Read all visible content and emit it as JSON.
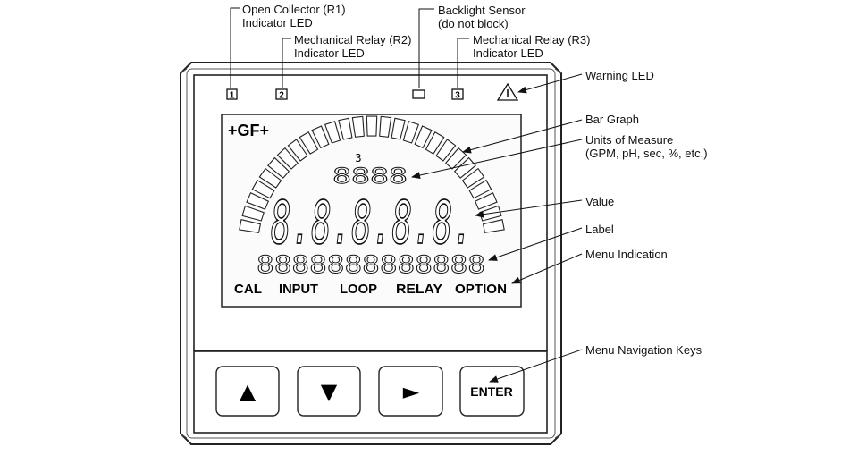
{
  "callouts": {
    "open_collector": {
      "line1": "Open Collector (R1)",
      "line2": "Indicator LED"
    },
    "relay_r2": {
      "line1": "Mechanical Relay (R2)",
      "line2": "Indicator LED"
    },
    "backlight": {
      "line1": "Backlight Sensor",
      "line2": "(do not block)"
    },
    "relay_r3": {
      "line1": "Mechanical Relay (R3)",
      "line2": "Indicator LED"
    },
    "warning": {
      "line1": "Warning LED"
    },
    "bar_graph": {
      "line1": "Bar Graph"
    },
    "units": {
      "line1": "Units of Measure",
      "line2": "(GPM, pH, sec, %, etc.)"
    },
    "value": {
      "line1": "Value"
    },
    "label": {
      "line1": "Label"
    },
    "menu_indication": {
      "line1": "Menu Indication"
    },
    "menu_keys": {
      "line1": "Menu Navigation Keys"
    }
  },
  "indicators": {
    "led1": "1",
    "led2": "2",
    "led3": "3"
  },
  "lcd": {
    "logo": "+GF+",
    "units_superscript": "3",
    "units_digits": "8888",
    "value_digits": "8.8.8.8.8.",
    "label_digits": "8888888888888",
    "menu": [
      "CAL",
      "INPUT",
      "LOOP",
      "RELAY",
      "OPTION"
    ]
  },
  "keys": {
    "up": "▲",
    "down": "▼",
    "right": "►",
    "enter": "ENTER"
  }
}
